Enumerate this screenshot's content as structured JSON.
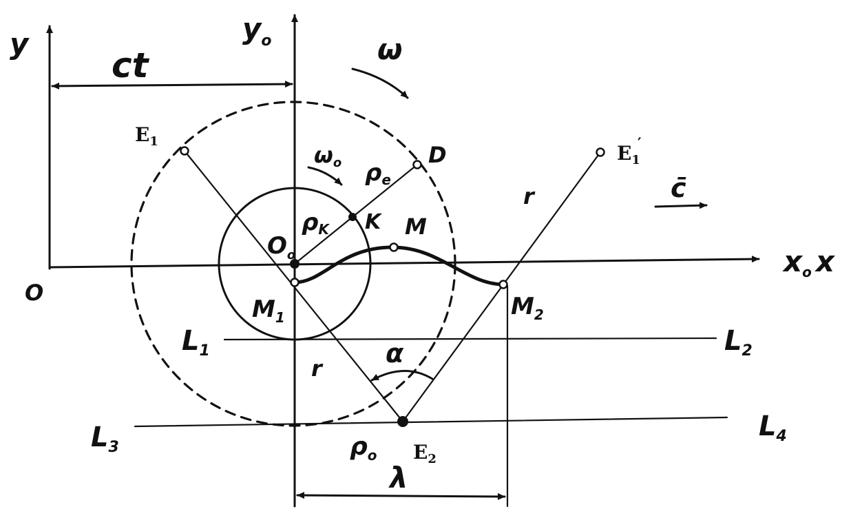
{
  "labels": {
    "y": "y",
    "y0": "y",
    "y0_sub": "o",
    "ct": "ct",
    "omega": "ω",
    "omega0": "ω",
    "omega0_sub": "o",
    "E1": "E",
    "E1_sub": "1",
    "E1p": "E",
    "E1p_sub": "1",
    "E1p_prime": "′",
    "D": "D",
    "rho_e": "ρ",
    "rho_e_sub": "e",
    "rho_k": "ρ",
    "rho_k_sub": "K",
    "K": "K",
    "M": "M",
    "O0": "O",
    "O0_sub": "o",
    "O": "O",
    "M1": "M",
    "M1_sub": "1",
    "M2": "M",
    "M2_sub": "2",
    "x0x": "x",
    "x0x_sub": "o",
    "x0x_x": "x",
    "c_vec": "c̄",
    "r_right": "r",
    "r_lower": "r",
    "L1": "L",
    "L1_sub": "1",
    "L2": "L",
    "L2_sub": "2",
    "L3": "L",
    "L3_sub": "3",
    "L4": "L",
    "L4_sub": "4",
    "alpha": "α",
    "rho0": "ρ",
    "rho0_sub": "o",
    "E2": "E",
    "E2_sub": "2",
    "lambda": "λ"
  }
}
